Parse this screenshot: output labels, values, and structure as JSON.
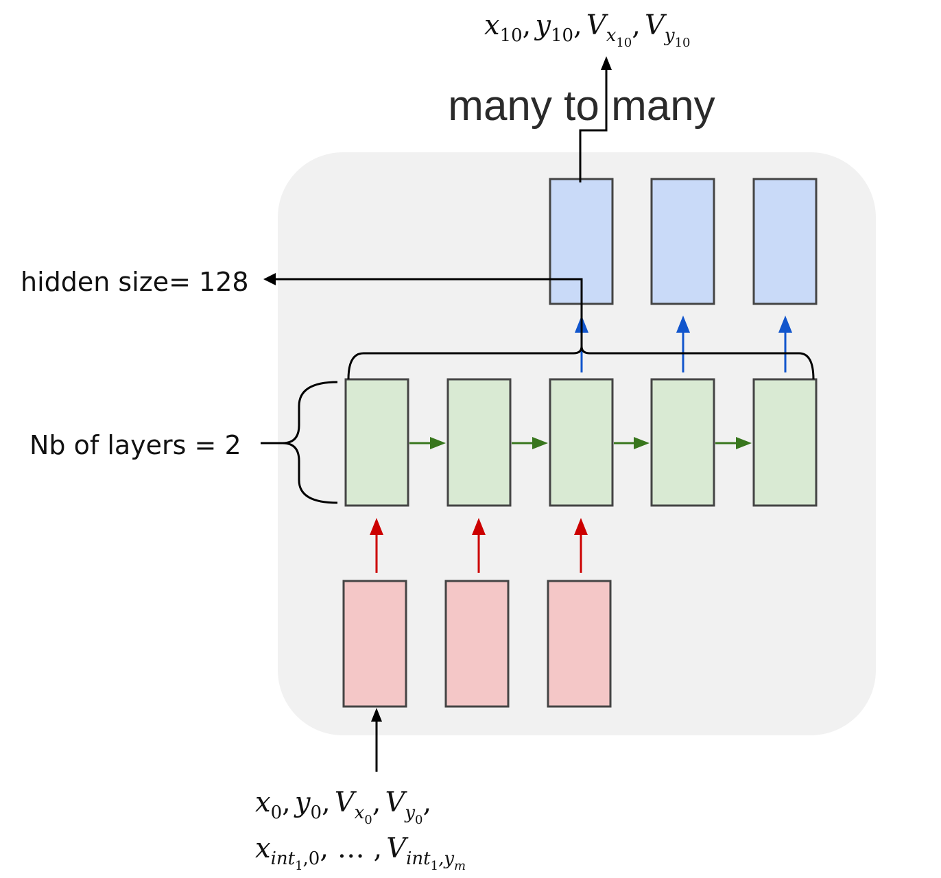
{
  "title": "many to many",
  "labels": {
    "hidden_size": "hidden size= 128",
    "num_layers": "Nb of layers = 2"
  },
  "output_label": {
    "x": "x",
    "x_sub": "10",
    "y": "y",
    "y_sub": "10",
    "vx": "V",
    "vx_sub": "x",
    "vx_subsub": "10",
    "vy": "V",
    "vy_sub": "y",
    "vy_subsub": "10",
    "sep": ","
  },
  "input_label": {
    "line1": {
      "x": "x",
      "x_sub": "0",
      "y": "y",
      "y_sub": "0",
      "vx": "V",
      "vx_sub": "x",
      "vx_subsub": "0",
      "vy": "V",
      "vy_sub": "y",
      "vy_subsub": "0",
      "sep": ","
    },
    "line2": {
      "x": "x",
      "x_sub": "int",
      "x_subsub": "1",
      "x_sub_tail": ",0",
      "ellipsis": ", … ,",
      "v": "V",
      "v_sub": "int",
      "v_subsub": "1",
      "v_sub_mid": ",y",
      "v_subsub2": "m"
    }
  },
  "colors": {
    "input_fill": "#f4c7c7",
    "hidden_fill": "#d9ead3",
    "output_fill": "#c9daf8",
    "input_arrow": "#cc0000",
    "hidden_arrow": "#38761d",
    "output_arrow": "#1155cc",
    "panel": "#f1f1f1"
  }
}
